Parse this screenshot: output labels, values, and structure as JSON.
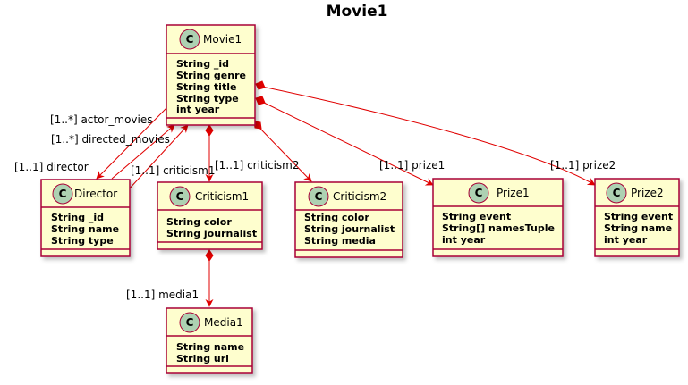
{
  "diagram": {
    "title": "Movie1",
    "classes": [
      {
        "id": "movie1",
        "icon": "C",
        "name": "Movie1",
        "attributes": [
          "String _id",
          "String genre",
          "String title",
          "String type",
          "int year"
        ]
      },
      {
        "id": "director",
        "icon": "C",
        "name": "Director",
        "attributes": [
          "String _id",
          "String name",
          "String type"
        ]
      },
      {
        "id": "criticism1",
        "icon": "C",
        "name": "Criticism1",
        "attributes": [
          "String color",
          "String journalist"
        ]
      },
      {
        "id": "criticism2",
        "icon": "C",
        "name": "Criticism2",
        "attributes": [
          "String color",
          "String journalist",
          "String media"
        ]
      },
      {
        "id": "prize1",
        "icon": "C",
        "name": "Prize1",
        "attributes": [
          "String event",
          "String[] namesTuple",
          "int year"
        ]
      },
      {
        "id": "prize2",
        "icon": "C",
        "name": "Prize2",
        "attributes": [
          "String event",
          "String name",
          "int year"
        ]
      },
      {
        "id": "media1",
        "icon": "C",
        "name": "Media1",
        "attributes": [
          "String name",
          "String url"
        ]
      }
    ],
    "relations": [
      {
        "id": "actor-movies",
        "label": "[1..*] actor_movies"
      },
      {
        "id": "directed-movies",
        "label": "[1..*] directed_movies"
      },
      {
        "id": "director-rel",
        "label": "[1..1] director"
      },
      {
        "id": "criticism1-rel",
        "label": "[1..1] criticism1"
      },
      {
        "id": "criticism2-rel",
        "label": "[1..1] criticism2"
      },
      {
        "id": "prize1-rel",
        "label": "[1..1] prize1"
      },
      {
        "id": "prize2-rel",
        "label": "[1..1] prize2"
      },
      {
        "id": "media1-rel",
        "label": "[1..1] media1"
      }
    ],
    "colors": {
      "class_fill": "#FEFECE",
      "class_border": "#A80036",
      "icon_fill": "#ADD1B2",
      "edge": "#E00000"
    }
  }
}
